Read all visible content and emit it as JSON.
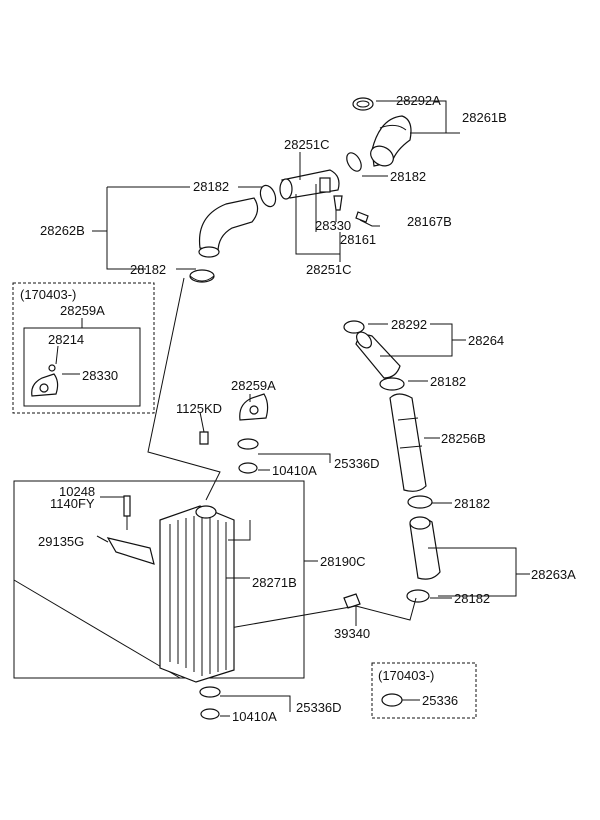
{
  "labels": {
    "p28292A": "28292A",
    "p28261B": "28261B",
    "p28251C_top": "28251C",
    "p28182_a": "28182",
    "p28182_b": "28182",
    "p28262B": "28262B",
    "p28330_top": "28330",
    "p28161": "28161",
    "p28167B": "28167B",
    "p28251C_bot": "28251C",
    "p28182_c": "28182",
    "box1_date": "(170403-)",
    "box1_28259A": "28259A",
    "box1_28214": "28214",
    "box1_28330": "28330",
    "p28292": "28292",
    "p28264": "28264",
    "p28182_d": "28182",
    "p28256B": "28256B",
    "p28182_e": "28182",
    "p28263A": "28263A",
    "p28182_f": "28182",
    "p28259A": "28259A",
    "p1125KD": "1125KD",
    "p25336D_top": "25336D",
    "p10410A_top": "10410A",
    "p10248": "10248",
    "p1140FY": "1140FY",
    "p29135G": "29135G",
    "p28190C": "28190C",
    "p28271B": "28271B",
    "p39340": "39340",
    "p25336D_bot": "25336D",
    "p10410A_bot": "10410A",
    "box2_date": "(170403-)",
    "box2_25336": "25336"
  }
}
